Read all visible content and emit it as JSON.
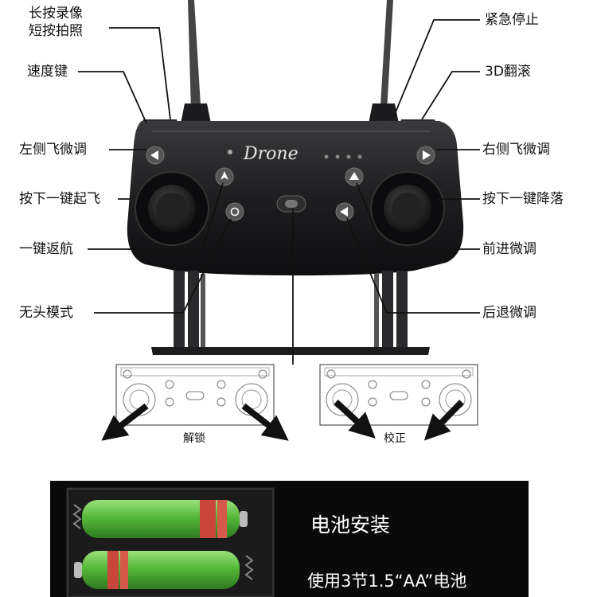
{
  "labels": {
    "record": "长按录像\n短按拍照",
    "speed": "速度键",
    "left_trim": "左侧飞微调",
    "takeoff": "按下一键起飞",
    "return": "一键返航",
    "headless": "无头模式",
    "estop": "紧急停止",
    "flip": "3D翻滚",
    "right_trim": "右侧飞微调",
    "land": "按下一键降落",
    "fwd_trim": "前进微调",
    "back_trim": "后退微调"
  },
  "brand": "Drone",
  "unlock_label": "解锁",
  "calib_label": "校正",
  "battery": {
    "title": "电池安装",
    "note": "使用3节1.5“AA”电池"
  },
  "colors": {
    "controller": "#1c1c1e",
    "battery_green": "#5cc23a",
    "battery_band": "#d6463c"
  }
}
